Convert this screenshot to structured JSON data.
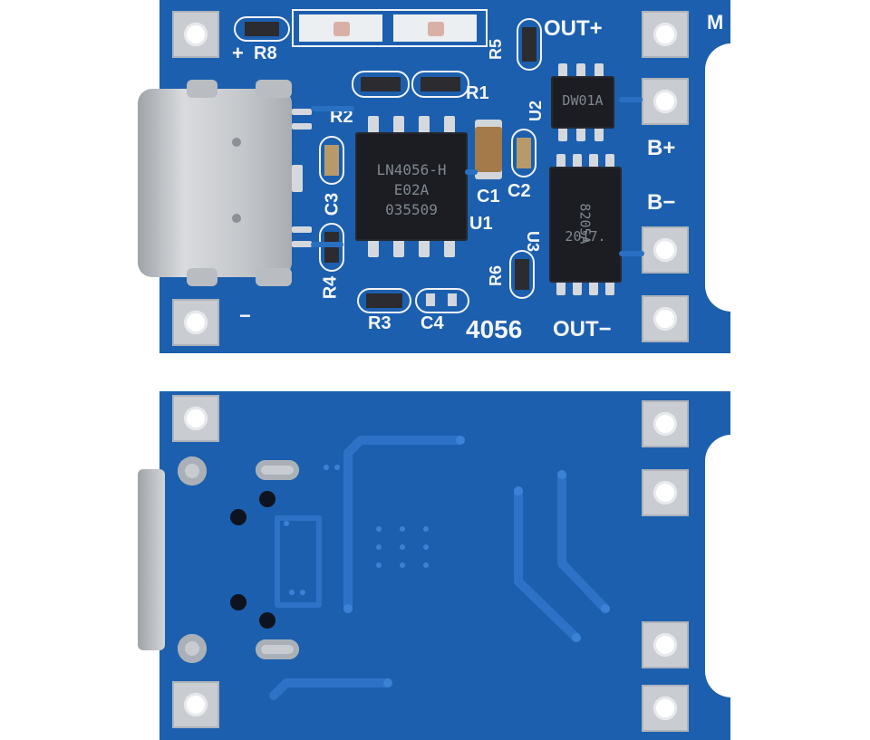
{
  "top_board": {
    "labels": {
      "m": "M",
      "plus": "+",
      "r8": "R8",
      "r5": "R5",
      "out_plus": "OUT+",
      "r1": "R1",
      "r2": "R2",
      "u2": "U2",
      "b_plus": "B+",
      "b_minus": "B−",
      "c1": "C1",
      "c2": "C2",
      "c3": "C3",
      "u1": "U1",
      "u3": "U3",
      "r6": "R6",
      "r4": "R4",
      "r3": "R3",
      "c4": "C4",
      "model": "4056",
      "out_minus": "OUT−",
      "minus": "−"
    },
    "chip_u1": {
      "line1": "LN4056-H",
      "line2": "E02A",
      "line3": "035509"
    },
    "chip_u2": {
      "marking": "DW01A"
    },
    "chip_u3": {
      "line1": "8205A",
      "line2": "2017."
    }
  },
  "colors": {
    "pcb": "#1c5fae",
    "silkscreen": "#f4f6fa",
    "pad": "#c9ccd1",
    "chip": "#1c1d22",
    "usb": "#b9bcc1"
  }
}
